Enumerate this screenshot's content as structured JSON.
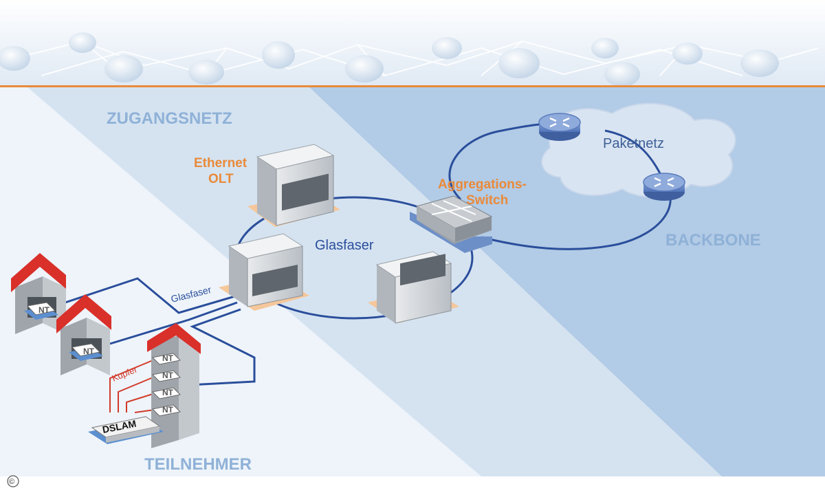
{
  "zones": {
    "access": "ZUGANGSNETZ",
    "backbone": "BACKBONE",
    "subscribers": "TEILNEHMER"
  },
  "nodes": {
    "olt_label_line1": "Ethernet",
    "olt_label_line2": "OLT",
    "aggregation_line1": "Aggregations-",
    "aggregation_line2": "Switch",
    "cloud": "Paketnetz",
    "dslam": "DSLAM",
    "nt": "NT"
  },
  "links": {
    "ring": "Glasfaser",
    "fiber_small": "Glasfaser",
    "copper": "Kupfer"
  },
  "footer": {
    "copyright": "©"
  },
  "colors": {
    "accent_orange": "#e98a3a",
    "fiber_blue": "#2a4e9b",
    "copper_red": "#d23a2a",
    "roof_red": "#d9302a"
  }
}
